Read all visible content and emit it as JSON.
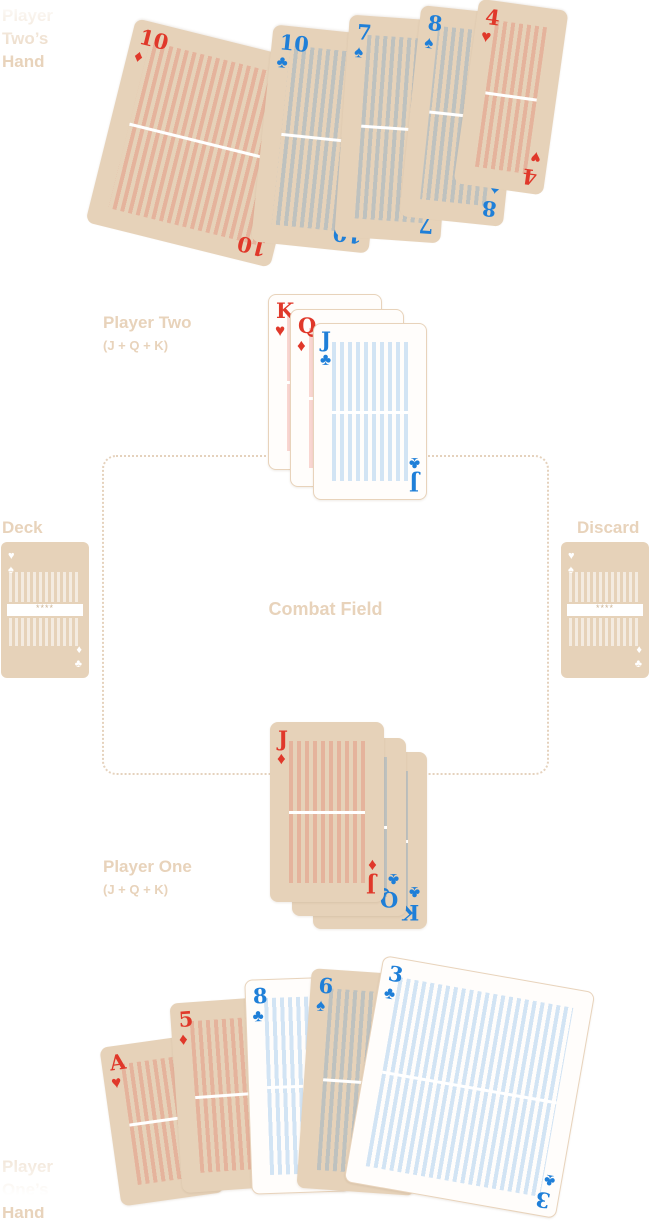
{
  "labels": {
    "player_two_hand": "Player Two’s Hand",
    "player_two": "Player Two",
    "player_two_sub": "(J + Q + K)",
    "deck": "Deck",
    "discard": "Discard",
    "combat_field": "Combat Field",
    "player_one": "Player One",
    "player_one_sub": "(J + Q + K)",
    "player_one_hand": "Player One’s Hand"
  },
  "deck_back": {
    "stars": "****"
  },
  "player_two_hand": [
    {
      "rank": "10",
      "suit": "♦",
      "color": "#e0382a"
    },
    {
      "rank": "10",
      "suit": "♣",
      "color": "#1f7fd8"
    },
    {
      "rank": "7",
      "suit": "♠",
      "color": "#1f7fd8"
    },
    {
      "rank": "8",
      "suit": "♠",
      "color": "#1f7fd8"
    },
    {
      "rank": "4",
      "suit": "♥",
      "color": "#e0382a"
    }
  ],
  "player_two_field": [
    {
      "rank": "K",
      "suit": "♥",
      "color": "#e0382a"
    },
    {
      "rank": "Q",
      "suit": "♦",
      "color": "#e0382a"
    },
    {
      "rank": "J",
      "suit": "♣",
      "color": "#1f7fd8"
    }
  ],
  "player_one_field": [
    {
      "rank": "J",
      "suit": "♦",
      "color": "#e0382a"
    },
    {
      "rank": "Q",
      "suit": "♣",
      "color": "#1f7fd8"
    },
    {
      "rank": "K",
      "suit": "♣",
      "color": "#1f7fd8"
    }
  ],
  "player_one_hand": [
    {
      "rank": "A",
      "suit": "♥",
      "color": "#e0382a"
    },
    {
      "rank": "5",
      "suit": "♦",
      "color": "#e0382a"
    },
    {
      "rank": "8",
      "suit": "♣",
      "color": "#1f7fd8"
    },
    {
      "rank": "6",
      "suit": "♠",
      "color": "#1f7fd8"
    },
    {
      "rank": "3",
      "suit": "♣",
      "color": "#1f7fd8"
    }
  ]
}
